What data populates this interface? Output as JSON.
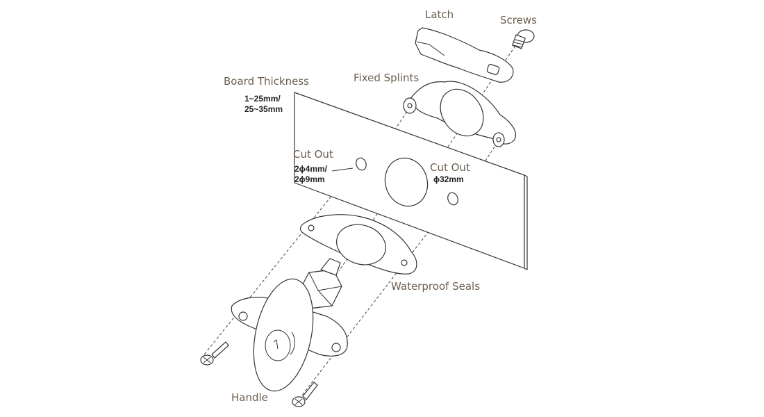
{
  "labels": {
    "latch": "Latch",
    "screws": "Screws",
    "fixed_splints": "Fixed Splints",
    "board_thickness": "Board Thickness",
    "board_thickness_spec": [
      "1~25mm/",
      "25~35mm"
    ],
    "cut_out_small": "Cut Out",
    "cut_out_small_spec": [
      "2ϕ4mm/",
      "2ϕ9mm"
    ],
    "cut_out_large": "Cut Out",
    "cut_out_large_spec": "ϕ32mm",
    "waterproof_seals": "Waterproof  Seals",
    "handle": "Handle"
  },
  "colors": {
    "label_text": "#6b5e4e",
    "line": "#333333"
  }
}
